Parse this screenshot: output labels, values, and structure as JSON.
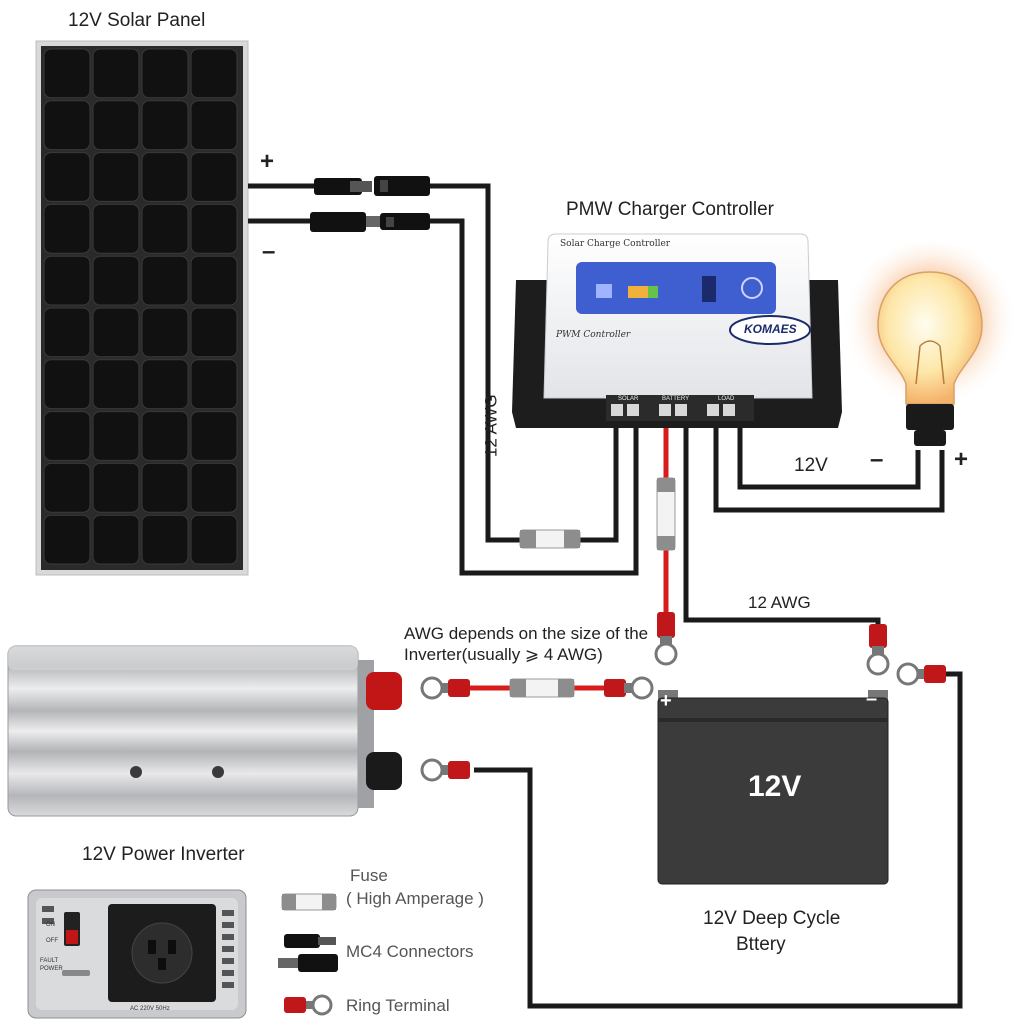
{
  "titles": {
    "solar_panel": "12V Solar Panel",
    "controller": "PMW Charger Controller",
    "inverter": "12V Power Inverter",
    "battery_line1": "12V Deep Cycle",
    "battery_line2": "Bttery"
  },
  "polarity": {
    "plus": "+",
    "minus": "–"
  },
  "controller_device": {
    "header": "Solar Charge Controller",
    "model": "PWM Controller",
    "brand": "KOMAES",
    "terminals": [
      "SOLAR",
      "BATTERY",
      "LOAD"
    ]
  },
  "wiring": {
    "solar_gauge": "12 AWG",
    "battery_gauge": "12 AWG",
    "load_voltage": "12V",
    "inverter_note_line1": "AWG depends on the size of the",
    "inverter_note_line2": "Inverter(usually ⩾ 4 AWG)"
  },
  "battery": {
    "voltage": "12V"
  },
  "inverter_panel": {
    "on": "ON",
    "off": "OFF",
    "fault": "FAULT",
    "power": "POWER",
    "rating": "AC 220V 50Hz"
  },
  "legend": {
    "fuse_line1": "Fuse",
    "fuse_line2": "( High Amperage )",
    "mc4": "MC4 Connectors",
    "ring": "Ring Terminal"
  },
  "colors": {
    "wire_black": "#1a1a1a",
    "wire_red": "#d81c1c",
    "panel_cell": "#111111",
    "controller_body": "#f4f5f7",
    "lcd_blue": "#3f5fd0",
    "battery_body": "#3b3b3b"
  }
}
